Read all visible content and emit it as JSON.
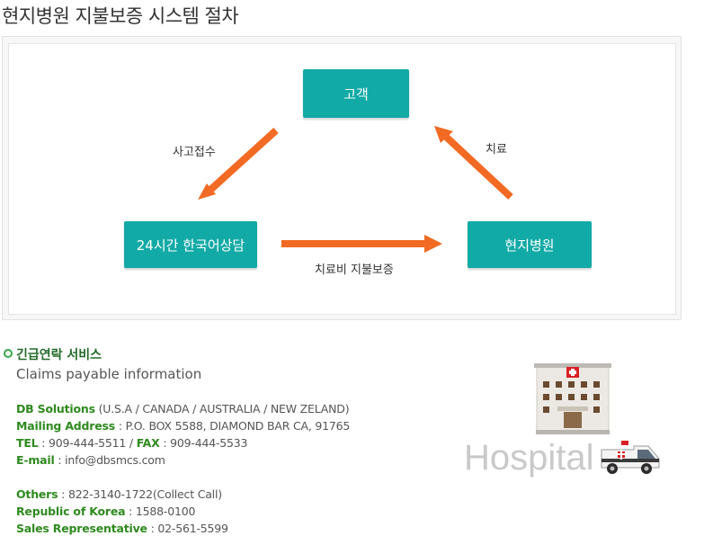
{
  "page_title": "현지병원 지불보증 시스템 절차",
  "diagram": {
    "nodes": {
      "customer": "고객",
      "counsel": "24시간 한국어상담",
      "hospital": "현지병원"
    },
    "edges": {
      "customer_to_counsel": "사고접수",
      "counsel_to_hospital": "치료비 지불보증",
      "hospital_to_customer": "치료"
    },
    "colors": {
      "node": "#12aaa6",
      "arrow": "#f26a23"
    }
  },
  "contact": {
    "title": "긴급연락 서비스",
    "subtitle": "Claims payable information",
    "db_key": "DB Solutions",
    "db_val": "(U.S.A / CANADA / AUSTRALIA / NEW ZELAND)",
    "mail_key": "Mailing Address",
    "mail_val": ": P.O. BOX 5588, DIAMOND BAR CA, 91765",
    "tel_key": "TEL",
    "tel_val": ": 909-444-5511 /",
    "fax_key": "FAX",
    "fax_val": ": 909-444-5533",
    "email_key": "E-mail",
    "email_val": ": info@dbsmcs.com",
    "others_key": "Others",
    "others_val": ": 822-3140-1722(Collect Call)",
    "korea_key": "Republic of Korea",
    "korea_val": ": 1588-0100",
    "sales_key": "Sales Representative",
    "sales_val": ": 02-561-5599"
  },
  "hospital_label": "Hospital",
  "icons": [
    "hospital-building-icon",
    "ambulance-icon"
  ]
}
